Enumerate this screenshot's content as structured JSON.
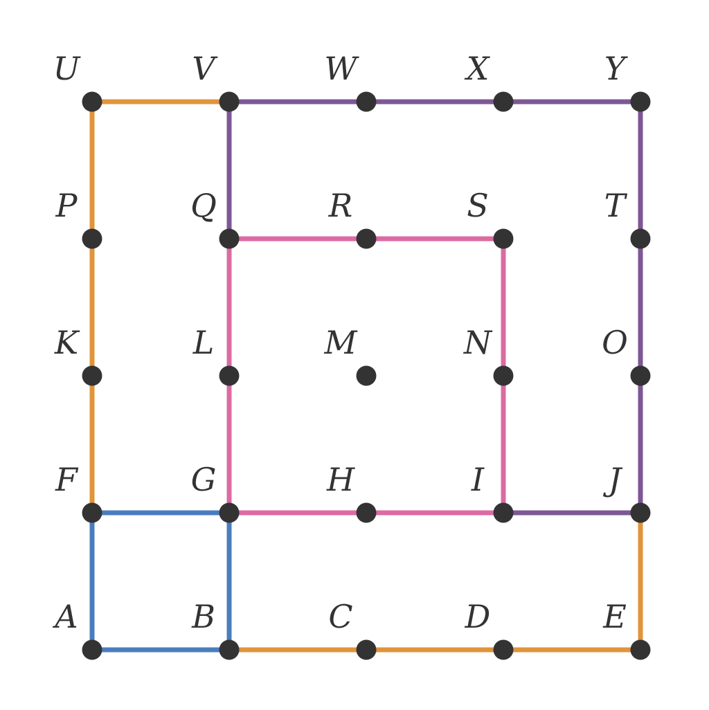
{
  "colors": {
    "orange": "#E0953A",
    "purple": "#7D5796",
    "pink": "#DC6BA3",
    "blue": "#4A7DBF",
    "node": "#333333",
    "label": "#333333",
    "background": "#FFFFFF"
  },
  "nodes": [
    {
      "id": "A",
      "label": "A",
      "col": 0,
      "row": 0
    },
    {
      "id": "B",
      "label": "B",
      "col": 1,
      "row": 0
    },
    {
      "id": "C",
      "label": "C",
      "col": 2,
      "row": 0
    },
    {
      "id": "D",
      "label": "D",
      "col": 3,
      "row": 0
    },
    {
      "id": "E",
      "label": "E",
      "col": 4,
      "row": 0
    },
    {
      "id": "F",
      "label": "F",
      "col": 0,
      "row": 1
    },
    {
      "id": "G",
      "label": "G",
      "col": 1,
      "row": 1
    },
    {
      "id": "H",
      "label": "H",
      "col": 2,
      "row": 1
    },
    {
      "id": "I",
      "label": "I",
      "col": 3,
      "row": 1
    },
    {
      "id": "J",
      "label": "J",
      "col": 4,
      "row": 1
    },
    {
      "id": "K",
      "label": "K",
      "col": 0,
      "row": 2
    },
    {
      "id": "L",
      "label": "L",
      "col": 1,
      "row": 2
    },
    {
      "id": "M",
      "label": "M",
      "col": 2,
      "row": 2
    },
    {
      "id": "N",
      "label": "N",
      "col": 3,
      "row": 2
    },
    {
      "id": "O",
      "label": "O",
      "col": 4,
      "row": 2
    },
    {
      "id": "P",
      "label": "P",
      "col": 0,
      "row": 3
    },
    {
      "id": "Q",
      "label": "Q",
      "col": 1,
      "row": 3
    },
    {
      "id": "R",
      "label": "R",
      "col": 2,
      "row": 3
    },
    {
      "id": "S",
      "label": "S",
      "col": 3,
      "row": 3
    },
    {
      "id": "T",
      "label": "T",
      "col": 4,
      "row": 3
    },
    {
      "id": "U",
      "label": "U",
      "col": 0,
      "row": 4
    },
    {
      "id": "V",
      "label": "V",
      "col": 1,
      "row": 4
    },
    {
      "id": "W",
      "label": "W",
      "col": 2,
      "row": 4
    },
    {
      "id": "X",
      "label": "X",
      "col": 3,
      "row": 4
    },
    {
      "id": "Y",
      "label": "Y",
      "col": 4,
      "row": 4
    }
  ],
  "edges": [
    {
      "from": "A",
      "to": "B",
      "color": "blue"
    },
    {
      "from": "A",
      "to": "F",
      "color": "blue"
    },
    {
      "from": "F",
      "to": "G",
      "color": "blue"
    },
    {
      "from": "B",
      "to": "G",
      "color": "blue"
    },
    {
      "from": "U",
      "to": "V",
      "color": "orange"
    },
    {
      "from": "U",
      "to": "P",
      "color": "orange"
    },
    {
      "from": "P",
      "to": "K",
      "color": "orange"
    },
    {
      "from": "K",
      "to": "F",
      "color": "orange"
    },
    {
      "from": "B",
      "to": "C",
      "color": "orange"
    },
    {
      "from": "C",
      "to": "D",
      "color": "orange"
    },
    {
      "from": "D",
      "to": "E",
      "color": "orange"
    },
    {
      "from": "E",
      "to": "J",
      "color": "orange"
    },
    {
      "from": "V",
      "to": "W",
      "color": "purple"
    },
    {
      "from": "W",
      "to": "X",
      "color": "purple"
    },
    {
      "from": "X",
      "to": "Y",
      "color": "purple"
    },
    {
      "from": "V",
      "to": "Q",
      "color": "purple"
    },
    {
      "from": "Y",
      "to": "T",
      "color": "purple"
    },
    {
      "from": "T",
      "to": "O",
      "color": "purple"
    },
    {
      "from": "O",
      "to": "J",
      "color": "purple"
    },
    {
      "from": "I",
      "to": "J",
      "color": "purple"
    },
    {
      "from": "Q",
      "to": "R",
      "color": "pink"
    },
    {
      "from": "R",
      "to": "S",
      "color": "pink"
    },
    {
      "from": "S",
      "to": "N",
      "color": "pink"
    },
    {
      "from": "N",
      "to": "I",
      "color": "pink"
    },
    {
      "from": "Q",
      "to": "L",
      "color": "pink"
    },
    {
      "from": "L",
      "to": "G",
      "color": "pink"
    },
    {
      "from": "G",
      "to": "H",
      "color": "pink"
    },
    {
      "from": "H",
      "to": "I",
      "color": "pink"
    }
  ]
}
